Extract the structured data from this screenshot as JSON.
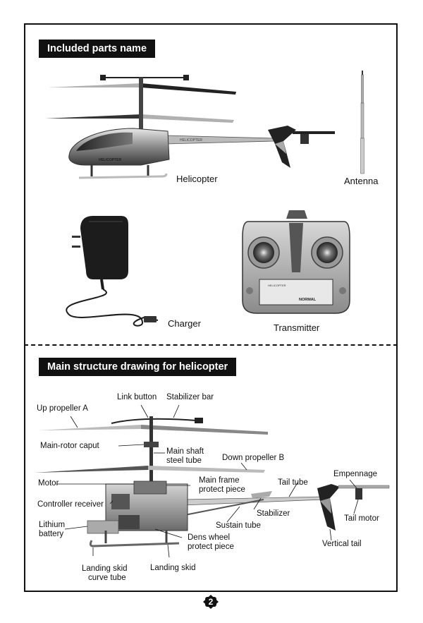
{
  "sections": {
    "parts_title": "Included parts name",
    "structure_title": "Main structure drawing for helicopter"
  },
  "parts": {
    "helicopter": "Helicopter",
    "antenna": "Antenna",
    "charger": "Charger",
    "transmitter": "Transmitter"
  },
  "transmitter_screen": {
    "mode": "NORMAL",
    "brand": "HELICOPTER"
  },
  "helicopter_decal": "HELICOPTER",
  "structure_labels": {
    "link_button": "Link button",
    "stabilizer_bar": "Stabilizer bar",
    "up_propeller_a": "Up propeller A",
    "main_rotor_caput": "Main-rotor caput",
    "main_shaft_l1": "Main shaft",
    "main_shaft_l2": "steel tube",
    "down_propeller_b": "Down propeller B",
    "motor": "Motor",
    "main_frame_l1": "Main frame",
    "main_frame_l2": "protect piece",
    "tail_tube": "Tail tube",
    "empennage": "Empennage",
    "controller_receiver": "Controller receiver",
    "stabilizer": "Stabilizer",
    "lithium_l1": "Lithium",
    "lithium_l2": "battery",
    "sustain_tube": "Sustain tube",
    "tail_motor": "Tail motor",
    "dens_wheel_l1": "Dens wheel",
    "dens_wheel_l2": "protect piece",
    "vertical_tail": "Vertical tail",
    "landing_skid_curve_l1": "Landing skid",
    "landing_skid_curve_l2": "curve tube",
    "landing_skid": "Landing skid"
  },
  "page_number": "2",
  "colors": {
    "ink": "#111111",
    "paper": "#ffffff",
    "chrome": "#9a9a9a",
    "silver": "#c8c8c8"
  }
}
